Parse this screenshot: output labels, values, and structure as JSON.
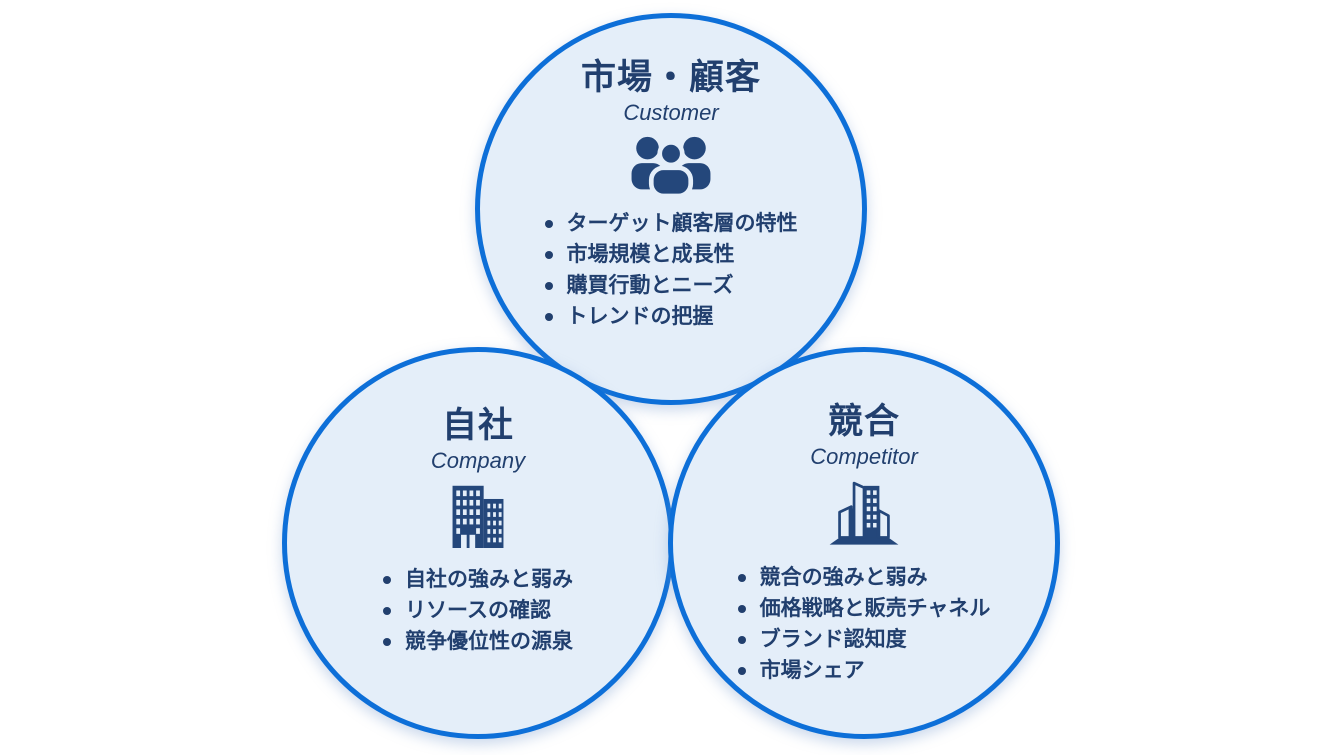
{
  "colors": {
    "circle_border_blue": "#0d6fd8",
    "circle_fill_light_blue": "#e4eef9",
    "text_navy": "#213f6e",
    "background": "#ffffff"
  },
  "circles": [
    {
      "key": "customer",
      "title": "市場・顧客",
      "subtitle": "Customer",
      "icon": "users-icon",
      "bullets": [
        "ターゲット顧客層の特性",
        "市場規模と成長性",
        "購買行動とニーズ",
        "トレンドの把握"
      ]
    },
    {
      "key": "company",
      "title": "自社",
      "subtitle": "Company",
      "icon": "building-icon",
      "bullets": [
        "自社の強みと弱み",
        "リソースの確認",
        "競争優位性の源泉"
      ]
    },
    {
      "key": "competitor",
      "title": "競合",
      "subtitle": "Competitor",
      "icon": "city-icon",
      "bullets": [
        "競合の強みと弱み",
        "価格戦略と販売チャネル",
        "ブランド認知度",
        "市場シェア"
      ]
    }
  ]
}
